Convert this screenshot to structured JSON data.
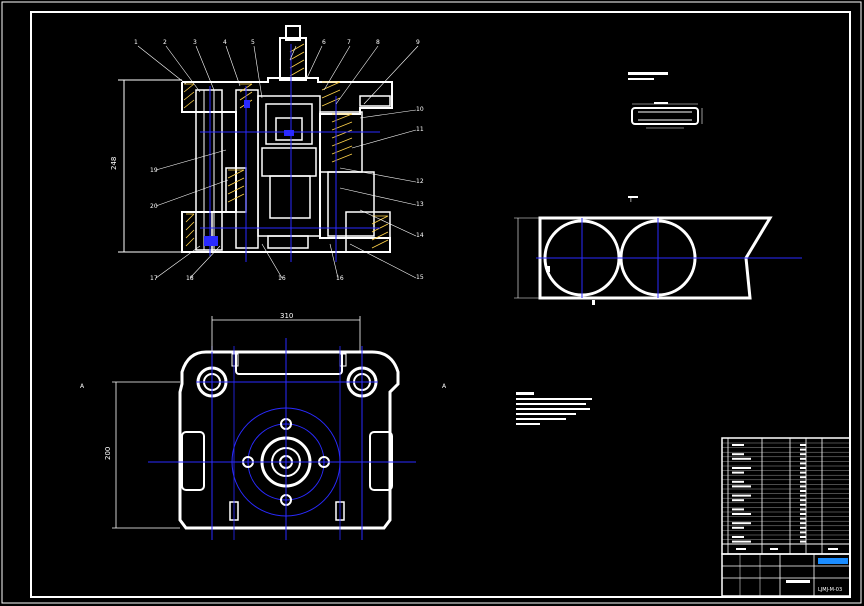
{
  "colors": {
    "background": "#000000",
    "outline": "#ffffff",
    "center_lines": "#2a2aff",
    "hatch": "#ffd24a",
    "red_marks": "#ff2a2a",
    "title_highlight": "#1a8cff"
  },
  "section_view": {
    "leaders_top": [
      "1",
      "2",
      "3",
      "4",
      "5",
      "6",
      "7",
      "8",
      "9"
    ],
    "leaders_right": [
      "10",
      "11",
      "12",
      "13",
      "14",
      "15"
    ],
    "leaders_left": [
      "19",
      "20"
    ],
    "leaders_bottom": [
      "17",
      "18",
      "16",
      "16"
    ],
    "height_dim": "248"
  },
  "plan_view": {
    "width_dim": "310",
    "height_dim": "200",
    "section_mark_left": "A",
    "section_mark_right": "A"
  },
  "detail_label": "I",
  "title_block": {
    "drawing_no": "LJMJ-M-03"
  }
}
